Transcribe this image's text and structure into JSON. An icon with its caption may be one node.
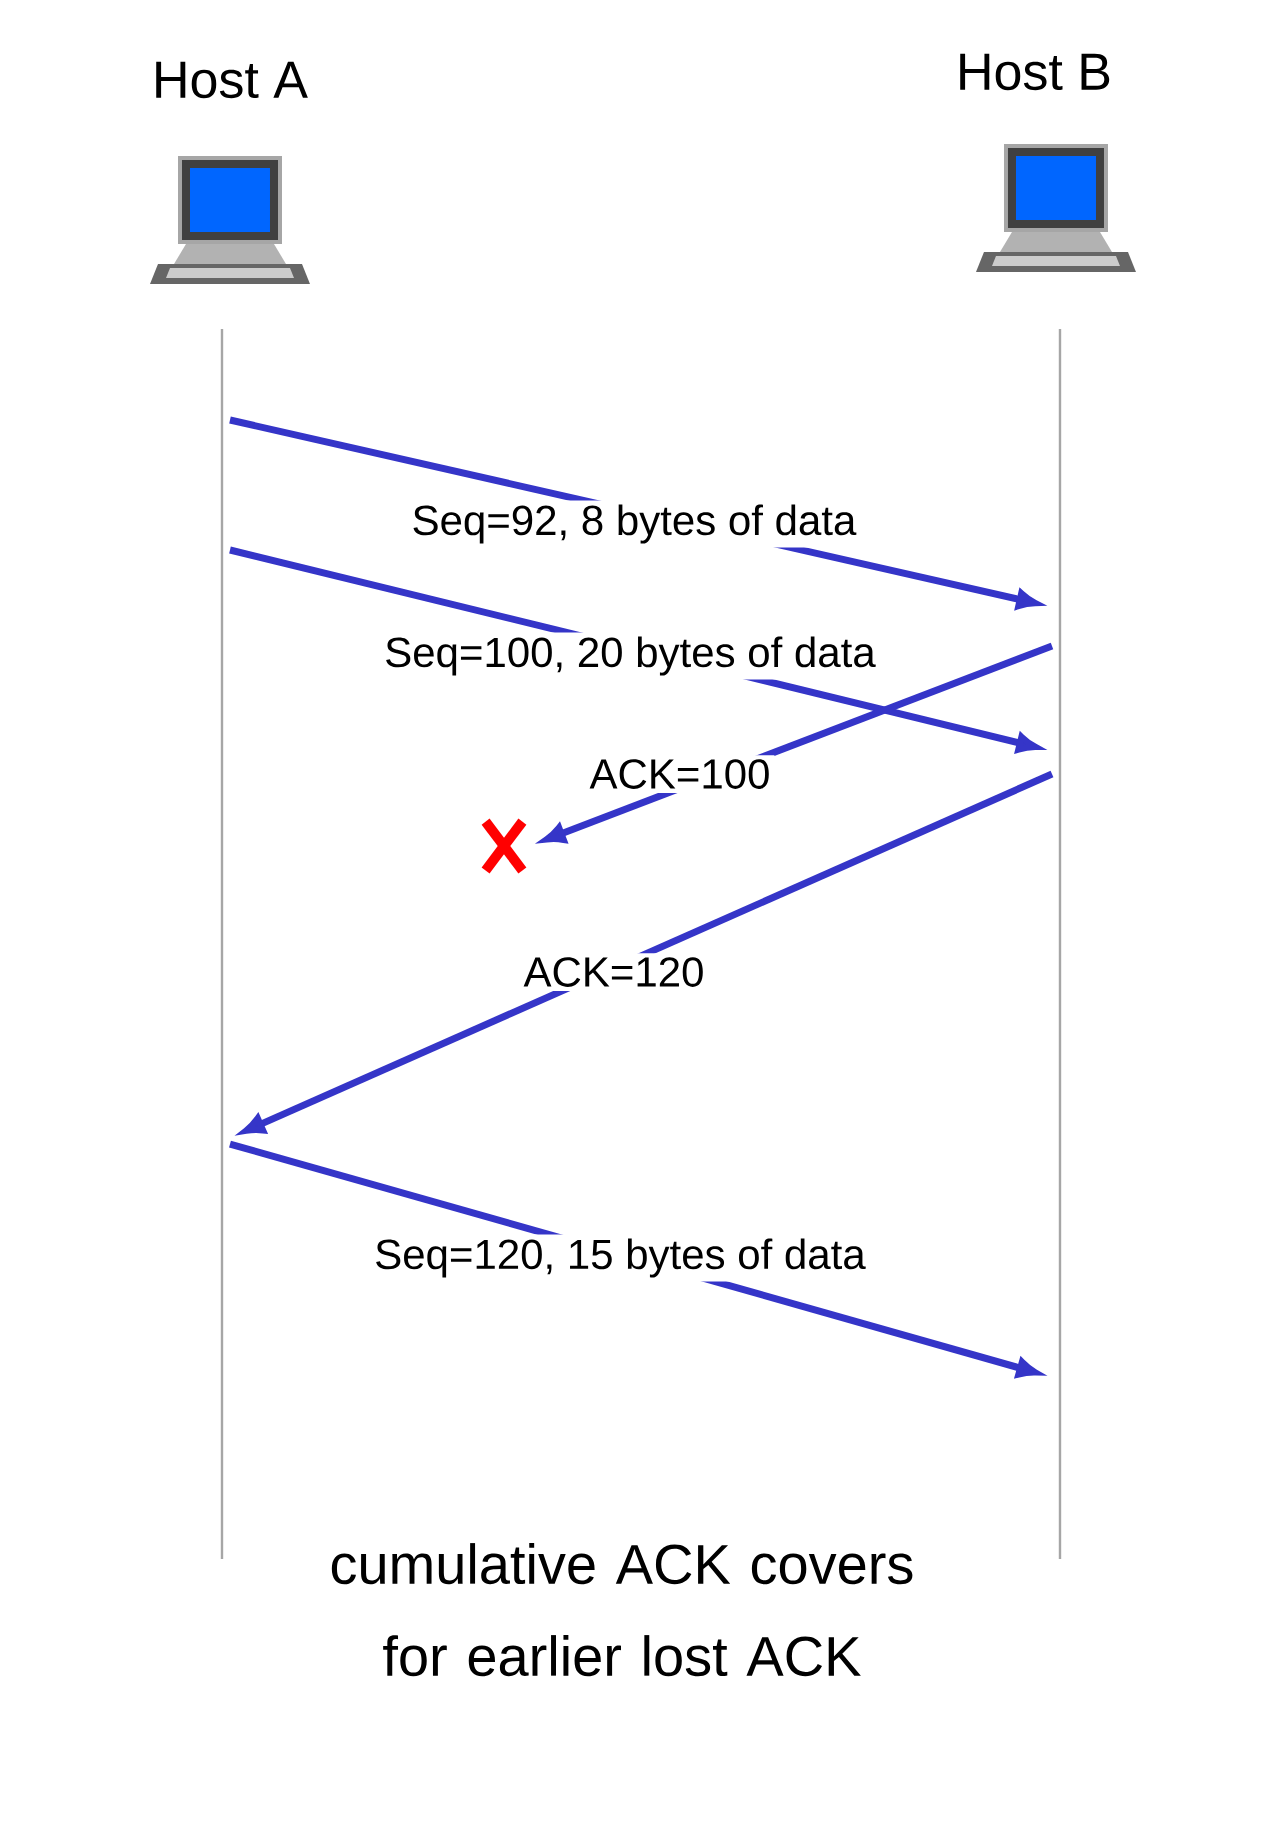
{
  "diagram": {
    "caption": "cumulative ACK covers for earlier lost ACK",
    "nodes": [
      {
        "text": [
          "Host A"
        ]
      },
      {
        "text": [
          "Host B"
        ]
      },
      {
        "text": [],
        "shape": "bar"
      },
      {
        "text": [],
        "shape": "bar"
      },
      {
        "text": [],
        "shape": "cross"
      }
    ],
    "edges": [
      {
        "from": 2,
        "to": 3,
        "arrow": "to",
        "label": "Seq=92, 8 bytes of data"
      },
      {
        "from": 2,
        "to": 3,
        "arrow": "to",
        "label": "Seq=100, 20 bytes of data"
      },
      {
        "from": 3,
        "to": 4,
        "arrow": "to",
        "label": "ACK=100"
      },
      {
        "from": 3,
        "to": 2,
        "arrow": "to",
        "label": "ACK=120"
      },
      {
        "from": 2,
        "to": 3,
        "arrow": "to",
        "label": "Seq=120,  15 bytes of data"
      }
    ]
  }
}
